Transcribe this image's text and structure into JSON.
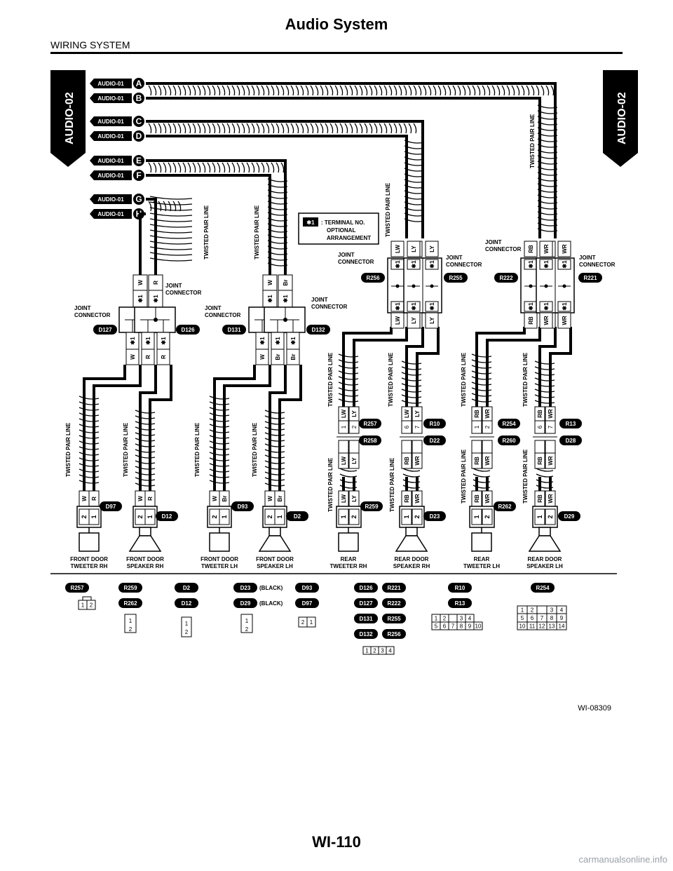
{
  "header": {
    "title": "Audio System",
    "subtitle": "WIRING SYSTEM"
  },
  "side_label": "AUDIO-02",
  "inputs": [
    {
      "ref": "AUDIO-01",
      "letter": "A"
    },
    {
      "ref": "AUDIO-01",
      "letter": "B"
    },
    {
      "ref": "AUDIO-01",
      "letter": "C"
    },
    {
      "ref": "AUDIO-01",
      "letter": "D"
    },
    {
      "ref": "AUDIO-01",
      "letter": "E"
    },
    {
      "ref": "AUDIO-01",
      "letter": "F"
    },
    {
      "ref": "AUDIO-01",
      "letter": "G"
    },
    {
      "ref": "AUDIO-01",
      "letter": "H"
    }
  ],
  "twisted_pair": "TWISTED PAIR LINE",
  "joint_connector": [
    "JOINT",
    "CONNECTOR"
  ],
  "star_note": {
    "mark": "✱1",
    "lines": [
      ": TERMINAL NO.",
      "OPTIONAL",
      "ARRANGEMENT"
    ]
  },
  "star": "✱1",
  "joints": [
    {
      "id": "D127"
    },
    {
      "id": "D126"
    },
    {
      "id": "D131"
    },
    {
      "id": "D132"
    },
    {
      "id": "R256"
    },
    {
      "id": "R255"
    },
    {
      "id": "R222"
    },
    {
      "id": "R221"
    }
  ],
  "colors": {
    "W": "W",
    "R": "R",
    "Br": "Br",
    "LW": "LW",
    "LY": "LY",
    "RB": "RB",
    "WR": "WR"
  },
  "mid_connectors": [
    {
      "id": "R257",
      "pins": [
        "1",
        "2"
      ]
    },
    {
      "id": "R258",
      "pins": [
        "",
        ""
      ]
    },
    {
      "id": "R10",
      "pins": [
        "6",
        "7"
      ]
    },
    {
      "id": "D22",
      "pins": [
        "",
        ""
      ]
    },
    {
      "id": "R254",
      "pins": [
        "1",
        "2"
      ]
    },
    {
      "id": "R260",
      "pins": [
        "",
        ""
      ]
    },
    {
      "id": "R13",
      "pins": [
        "6",
        "7"
      ]
    },
    {
      "id": "D28",
      "pins": [
        "",
        ""
      ]
    }
  ],
  "devices": [
    {
      "id": "D97",
      "name": [
        "FRONT DOOR",
        "TWEETER RH"
      ],
      "pins": [
        "2",
        "1"
      ]
    },
    {
      "id": "D12",
      "name": [
        "FRONT DOOR",
        "SPEAKER RH"
      ],
      "pins": [
        "2",
        "1"
      ]
    },
    {
      "id": "D93",
      "name": [
        "FRONT DOOR",
        "TWEETER LH"
      ],
      "pins": [
        "2",
        "1"
      ]
    },
    {
      "id": "D2",
      "name": [
        "FRONT DOOR",
        "SPEAKER LH"
      ],
      "pins": [
        "2",
        "1"
      ]
    },
    {
      "id": "R259",
      "name": [
        "REAR",
        "TWEETER RH"
      ],
      "pins": [
        "1",
        "2"
      ]
    },
    {
      "id": "D23",
      "name": [
        "REAR DOOR",
        "SPEAKER RH"
      ],
      "pins": [
        "1",
        "2"
      ]
    },
    {
      "id": "R262",
      "name": [
        "REAR",
        "TWEETER LH"
      ],
      "pins": [
        "1",
        "2"
      ]
    },
    {
      "id": "D29",
      "name": [
        "REAR DOOR",
        "SPEAKER LH"
      ],
      "pins": [
        "1",
        "2"
      ]
    }
  ],
  "legend": {
    "black": "(BLACK)",
    "refs": [
      "R257",
      "R259",
      "R262",
      "D2",
      "D12",
      "D23",
      "D29",
      "D93",
      "D97",
      "D126",
      "D127",
      "D131",
      "D132",
      "R221",
      "R222",
      "R255",
      "R256",
      "R10",
      "R13",
      "R254"
    ],
    "pins12": [
      "1",
      "2"
    ],
    "pins21": [
      "2",
      "1"
    ],
    "pins1234": [
      "1",
      "2",
      "3",
      "4"
    ],
    "r10_top": [
      "1",
      "2",
      "3",
      "4"
    ],
    "r10_bot": [
      "5",
      "6",
      "7",
      "8",
      "9",
      "10"
    ],
    "r254_top": [
      "1",
      "2",
      "3",
      "4"
    ],
    "r254_mid": [
      "5",
      "6",
      "7",
      "8",
      "9"
    ],
    "r254_bot": [
      "10",
      "11",
      "12",
      "13",
      "14"
    ]
  },
  "footer": {
    "code": "WI-08309",
    "page": "WI-110",
    "watermark": "carmanualsonline.info"
  }
}
